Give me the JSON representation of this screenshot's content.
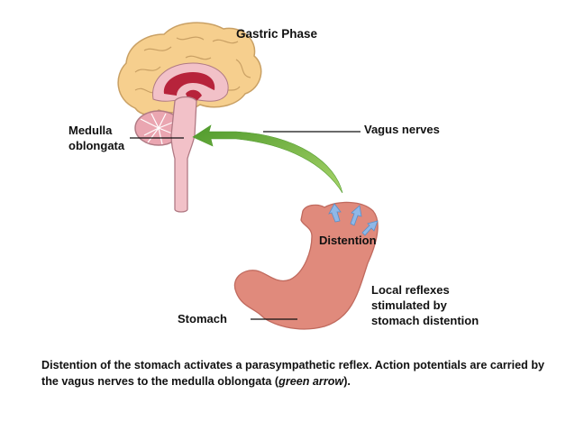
{
  "title": "Gastric Phase",
  "labels": {
    "medulla_line1": "Medulla",
    "medulla_line2": "oblongata",
    "vagus": "Vagus nerves",
    "distention": "Distention",
    "local_line1": "Local reflexes",
    "local_line2": "stimulated by",
    "local_line3": "stomach distention",
    "stomach": "Stomach"
  },
  "caption": {
    "part1": "Distention of the stomach activates a parasympathetic reflex. Action potentials are carried by the vagus nerves to the medulla oblongata (",
    "italic": "green arrow",
    "part2": ")."
  },
  "colors": {
    "brain_cortex": "#f6cf8e",
    "brain_outline": "#c9a064",
    "brainstem": "#f2c1c8",
    "brainstem_outline": "#b07a84",
    "inner_red": "#b7233b",
    "stomach": "#e08a7c",
    "stomach_outline": "#c06a5e",
    "arrow_green": "#6db33f",
    "small_arrows": "#8fb8e8"
  }
}
